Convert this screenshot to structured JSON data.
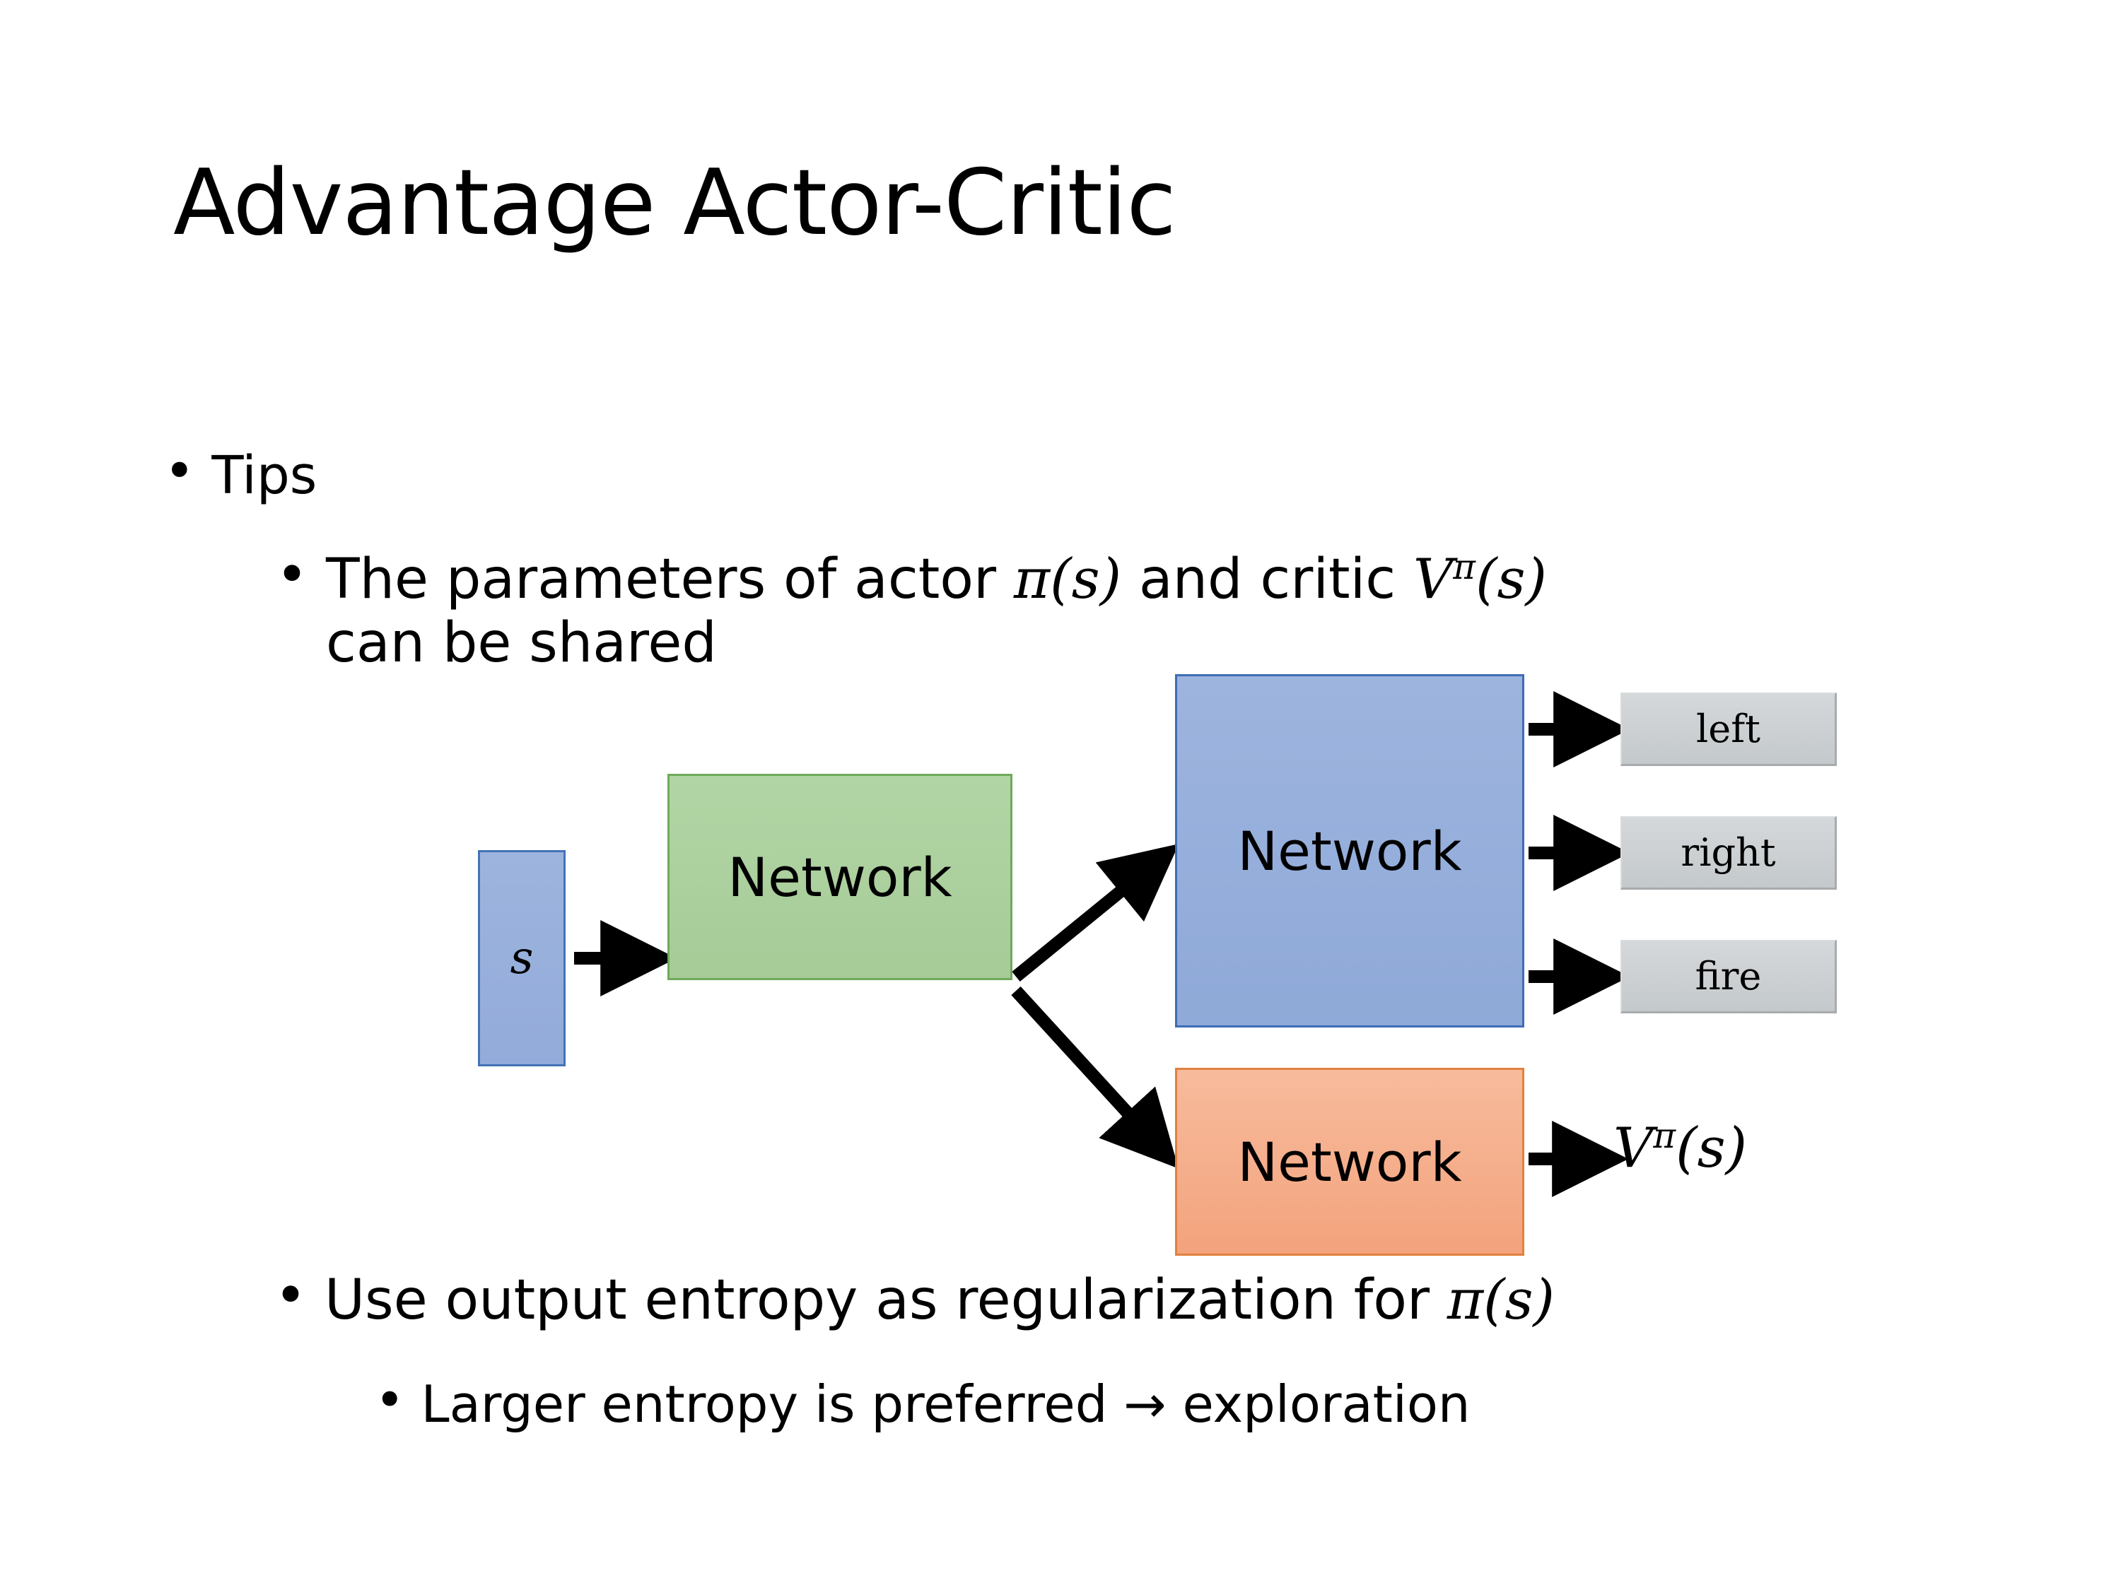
{
  "slide": {
    "title": "Advantage Actor-Critic",
    "background_color": "#ffffff"
  },
  "bullets": {
    "tips": {
      "marker": "•",
      "text": "Tips"
    },
    "parameters": {
      "marker": "•",
      "line1_prefix": "The parameters of actor ",
      "line1_math_actor_pi": "π",
      "line1_math_actor_args": "(s)",
      "line1_middle": "  and critic ",
      "line1_math_critic_V": "V",
      "line1_math_critic_sup": "π",
      "line1_math_critic_args": "(s)",
      "line2": "can be shared",
      "full_text": "The parameters of actor π(s)  and critic Vπ(s) can be shared"
    },
    "entropy": {
      "marker": "•",
      "prefix": "Use output entropy as regularization for ",
      "math_pi": "π",
      "math_args": "(s)",
      "full_text": "Use output entropy as regularization for π(s)"
    },
    "larger": {
      "marker": "•",
      "text": "Larger entropy is preferred → exploration"
    }
  },
  "diagram": {
    "input_box": {
      "label": "s",
      "fill": "#95aede",
      "border": "#4472b8"
    },
    "shared_network": {
      "label": "Network",
      "fill": "#a9ce9b",
      "border": "#6fa95b"
    },
    "actor_network": {
      "label": "Network",
      "fill": "#94aeda",
      "border": "#3f6cb5"
    },
    "critic_network": {
      "label": "Network",
      "fill": "#f5ad88",
      "border": "#e0813f"
    },
    "action_outputs": [
      {
        "label": "left",
        "fill": "#c9cdcf"
      },
      {
        "label": "right",
        "fill": "#c9cdcf"
      },
      {
        "label": "fire",
        "fill": "#c9cdcf"
      }
    ],
    "critic_output": {
      "V": "V",
      "sup": "π",
      "args": "(s)",
      "full_text": "Vπ(s)"
    },
    "arrow_color": "#000000"
  }
}
